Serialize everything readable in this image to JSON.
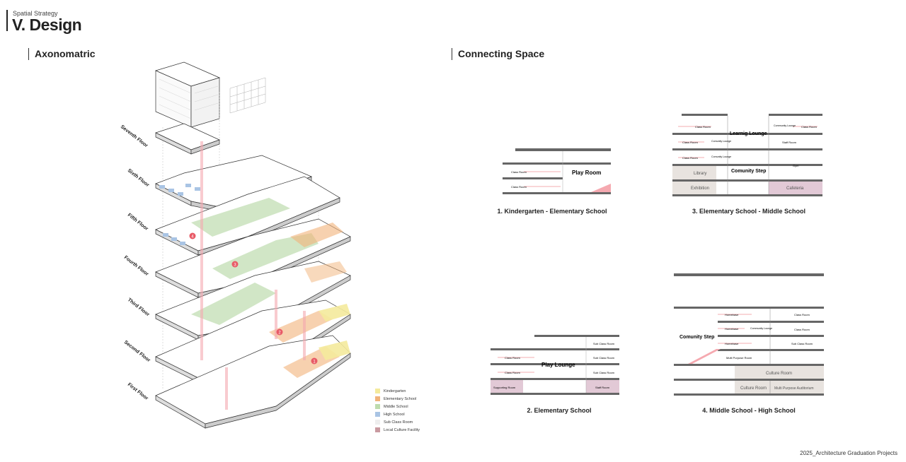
{
  "header": {
    "subtitle": "Spatial Strategy",
    "title": "V. Design"
  },
  "sections": {
    "axonometric": "Axonomatric",
    "connecting": "Connecting Space"
  },
  "floors": [
    "Seventh Floor",
    "Sixth Floor",
    "Fifth Floor",
    "Fourth Floor",
    "Third Floor",
    "Second Floor",
    "First Floor"
  ],
  "markers": [
    "4",
    "3",
    "2",
    "1"
  ],
  "legend": [
    {
      "label": "Kindergarten",
      "color": "#f4ea9c"
    },
    {
      "label": "Elementary School",
      "color": "#f1b37a"
    },
    {
      "label": "Middle School",
      "color": "#bedcae"
    },
    {
      "label": "High School",
      "color": "#a9c4e4"
    },
    {
      "label": "Sub Class Room",
      "color": "#eeeeee"
    },
    {
      "label": "Local Culture Facility",
      "color": "#c99aa0"
    }
  ],
  "diagrams": [
    {
      "caption": "1. Kindergarten - Elementary School",
      "labels": {
        "class1": "Class Room",
        "class2": "Class Room",
        "main": "Play Room"
      }
    },
    {
      "caption": "2. Elementary School",
      "labels": {
        "class1": "Class Room",
        "class2": "Class Room",
        "main": "Play Lounge",
        "sub1": "Sub Class Room",
        "sub2": "Sub Class Room",
        "sub3": "Sub Class Room",
        "support": "Supporting Room",
        "staff": "Staff Room"
      }
    },
    {
      "caption": "3. Elementary School - Middle School",
      "labels": {
        "class1": "Class Room",
        "class2": "Class Room",
        "class3": "Class Room",
        "lounge1": "Comunity Lounge",
        "lounge2": "Comunity Lounge",
        "lounge3": "Community Lounge",
        "class4": "Class Room",
        "staff": "Staff Room",
        "gym": "Gym",
        "learning": "Learnig Lounge",
        "step": "Comunity Step",
        "library": "Library",
        "exhibition": "Exhibition",
        "cafeteria": "Cafeteria"
      }
    },
    {
      "caption": "4. Middle School - High School",
      "labels": {
        "home1": "Homebase",
        "home2": "Homebase",
        "home3": "Homebase",
        "lounge": "Community Lounge",
        "class1": "Class Room",
        "class2": "Class Room",
        "subclass": "Sub Class Room",
        "multi": "Multi Purpose Room",
        "step": "Comunity Step",
        "culture1": "Culture Room",
        "culture2": "Culture Room",
        "auditorium": "Multi Purpose Auditorium"
      }
    }
  ],
  "footer": "2025_Architecture Graduation Projects"
}
